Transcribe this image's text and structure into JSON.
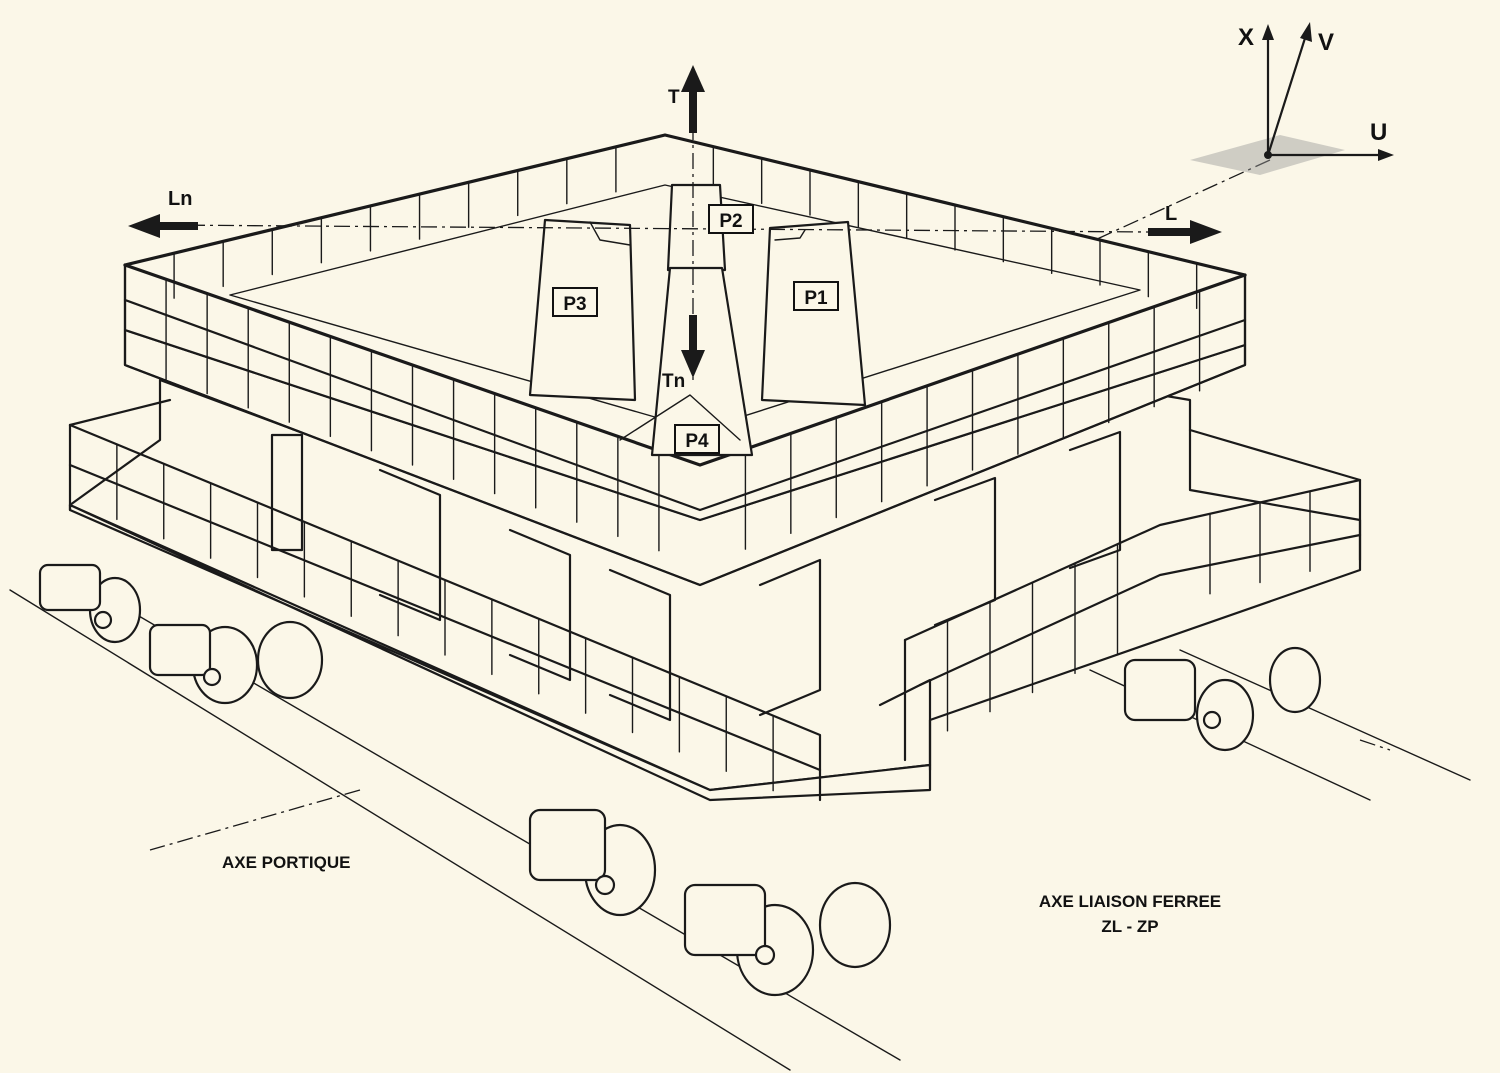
{
  "axes": {
    "x": "X",
    "v": "V",
    "u": "U"
  },
  "forces": {
    "t": "T",
    "tn": "Tn",
    "l": "L",
    "ln": "Ln"
  },
  "piles": [
    "P1",
    "P2",
    "P3",
    "P4"
  ],
  "captions": {
    "axe_portique": "AXE PORTIQUE",
    "axe_liaison_line1": "AXE LIAISON FERREE",
    "axe_liaison_line2": "ZL - ZP"
  },
  "colors": {
    "paper": "#fbf7e8",
    "ink": "#1a1a1a"
  }
}
